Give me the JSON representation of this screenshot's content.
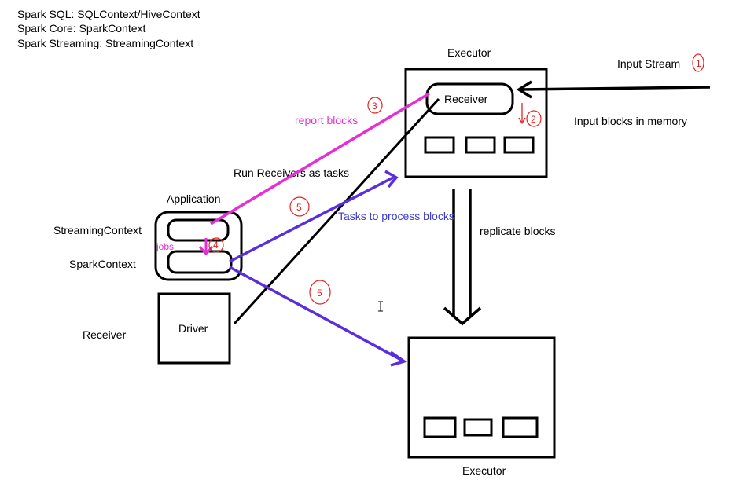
{
  "header": {
    "lines": [
      "Spark SQL: SQLContext/HiveContext",
      "Spark Core: SparkContext",
      "Spark Streaming: StreamingContext"
    ]
  },
  "labels": {
    "executor_top": "Executor",
    "executor_bottom": "Executor",
    "receiver_box": "Receiver",
    "input_stream": "Input Stream",
    "input_blocks": "Input blocks in memory",
    "report_blocks": "report blocks",
    "run_receivers": "Run Receivers as tasks",
    "tasks_process": "Tasks to process blocks",
    "replicate_blocks": "replicate blocks",
    "application": "Application",
    "streaming_context": "StreamingContext",
    "spark_context": "SparkContext",
    "jobs": "jobs",
    "driver": "Driver",
    "receiver_left": "Receiver"
  },
  "step_numbers": {
    "input_stream": "1",
    "store_blocks": "2",
    "report_blocks": "3",
    "jobs": "4",
    "tasks_top": "5",
    "tasks_bottom": "5"
  },
  "colors": {
    "ink": "#000000",
    "magenta": "#e62ed7",
    "purple": "#5a2ee0",
    "blue_text": "#3b3bd4",
    "red_annot": "#e8201f"
  }
}
